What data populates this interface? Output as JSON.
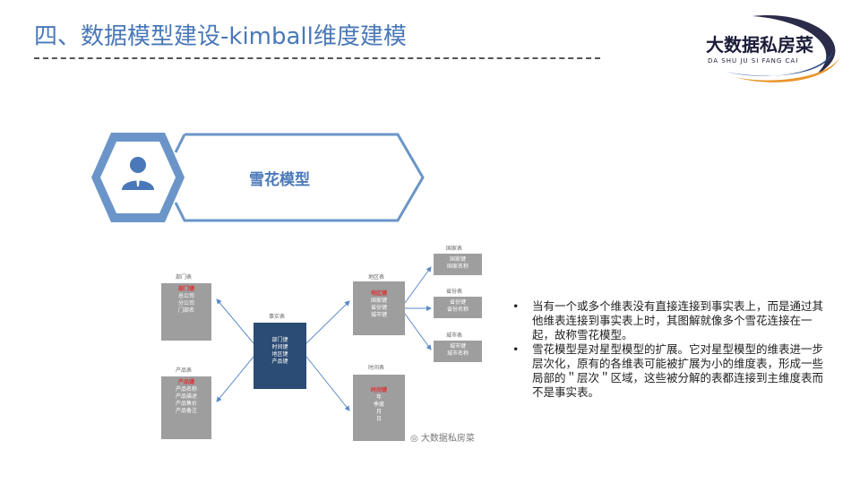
{
  "header": {
    "title": "四、数据模型建设-kimball维度建模"
  },
  "logo": {
    "name": "大数据私房菜",
    "pinyin": "DA SHU JU SI FANG CAI"
  },
  "banner": {
    "label": "雪花模型",
    "icon": "user-icon"
  },
  "diagram": {
    "fact": {
      "caption": "事实表",
      "fields": [
        "部门键",
        "时间键",
        "地区键",
        "产品键"
      ]
    },
    "dept": {
      "caption": "部门表",
      "key": "部门键",
      "fields": [
        "总公司",
        "分公司",
        "门部名"
      ]
    },
    "product": {
      "caption": "产品表",
      "key": "产品键",
      "fields": [
        "产品名称",
        "产品描述",
        "产品售价",
        "产品备注"
      ]
    },
    "region": {
      "caption": "地区表",
      "key": "地区键",
      "fields": [
        "国家键",
        "省份键",
        "城市键"
      ]
    },
    "time": {
      "caption": "时间表",
      "key": "时间键",
      "fields": [
        "年",
        "季度",
        "月",
        "日"
      ]
    },
    "country": {
      "caption": "国家表",
      "fields": [
        "国家键",
        "国家名称"
      ]
    },
    "province": {
      "caption": "省份表",
      "fields": [
        "省份键",
        "省份名称"
      ]
    },
    "city": {
      "caption": "城市表",
      "fields": [
        "城市键",
        "城市名称"
      ]
    }
  },
  "bullets": [
    "当有一个或多个维表没有直接连接到事实表上，而是通过其他维表连接到事实表上时，其图解就像多个雪花连接在一起，故称雪花模型。",
    "雪花模型是对星型模型的扩展。它对星型模型的维表进一步层次化，原有的各维表可能被扩展为小的维度表，形成一些局部的＂层次＂区域，这些被分解的表都连接到主维度表而不是事实表。"
  ],
  "watermark": "大数据私房菜",
  "colors": {
    "accent": "#4a78b8",
    "fact": "#2b4c74",
    "dim": "#9e9e9e",
    "key": "#dd3333"
  }
}
